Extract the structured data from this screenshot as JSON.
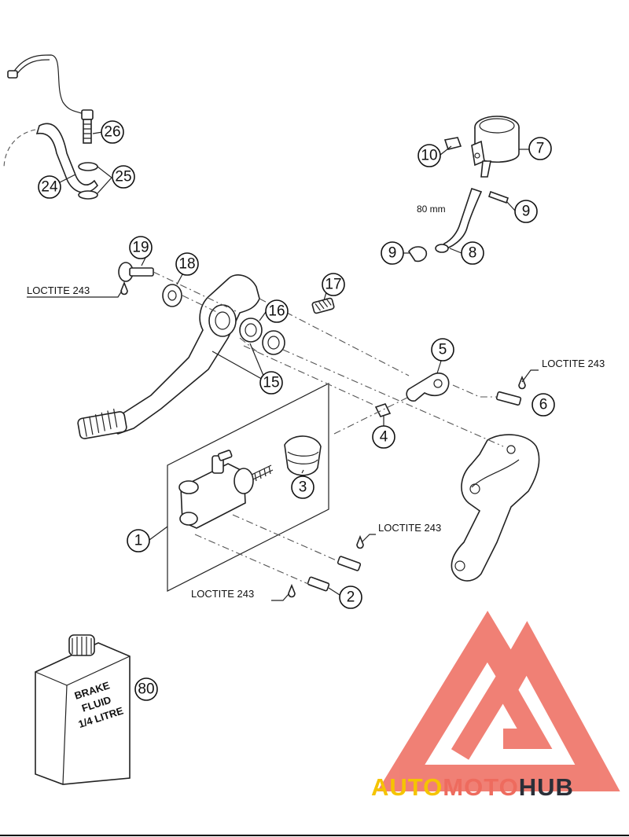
{
  "callouts": {
    "c1": "1",
    "c2": "2",
    "c3": "3",
    "c4": "4",
    "c5": "5",
    "c6": "6",
    "c7": "7",
    "c8": "8",
    "c9a": "9",
    "c9b": "9",
    "c10": "10",
    "c15": "15",
    "c16": "16",
    "c17": "17",
    "c18": "18",
    "c19": "19",
    "c24": "24",
    "c25": "25",
    "c26": "26",
    "c80": "80"
  },
  "notes": {
    "loctite_19": "LOCTITE 243",
    "loctite_6": "LOCTITE 243",
    "loctite_2a": "LOCTITE 243",
    "loctite_2b": "LOCTITE 243"
  },
  "hose_length": "80 mm",
  "brake_fluid_can": [
    "BRAKE",
    "FLUID",
    "1/4 LITRE"
  ],
  "watermark": {
    "part1": "AUTO",
    "part2": "MOTO",
    "part3": "HUB",
    "colors": {
      "auto": "#f5c400",
      "moto": "#ee6b5e",
      "hub": "#2b2f38",
      "logo": "#ee6b5e"
    }
  }
}
